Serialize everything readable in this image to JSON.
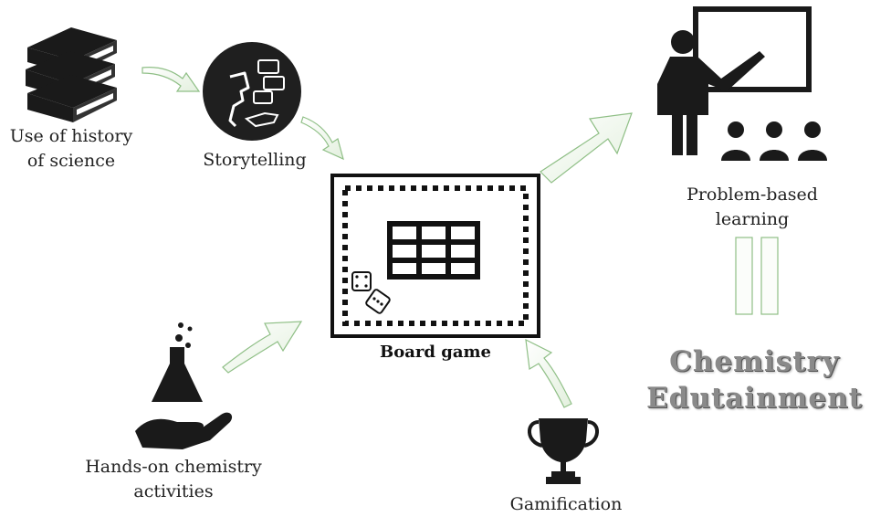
{
  "nodes": {
    "history": {
      "line1": "Use of history",
      "line2": "of science",
      "icon": "books-icon"
    },
    "storytelling": {
      "label": "Storytelling",
      "icon": "storytelling-icon"
    },
    "board_game": {
      "label": "Board game",
      "icon": "board-game-icon"
    },
    "problem_based": {
      "line1": "Problem-based",
      "line2": "learning",
      "icon": "teacher-classroom-icon"
    },
    "hands_on": {
      "line1": "Hands-on chemistry",
      "line2": "activities",
      "icon": "flask-hand-icon"
    },
    "gamification": {
      "label": "Gamification",
      "icon": "trophy-icon"
    }
  },
  "result": {
    "line1": "Chemistry",
    "line2": "Edutainment",
    "connector": "equals-sign"
  },
  "colors": {
    "arrow_stroke": "#8fbf86",
    "arrow_fill": "#f4f9f2",
    "icon": "#1a1a1a",
    "result_text": "#8a8a8a"
  }
}
